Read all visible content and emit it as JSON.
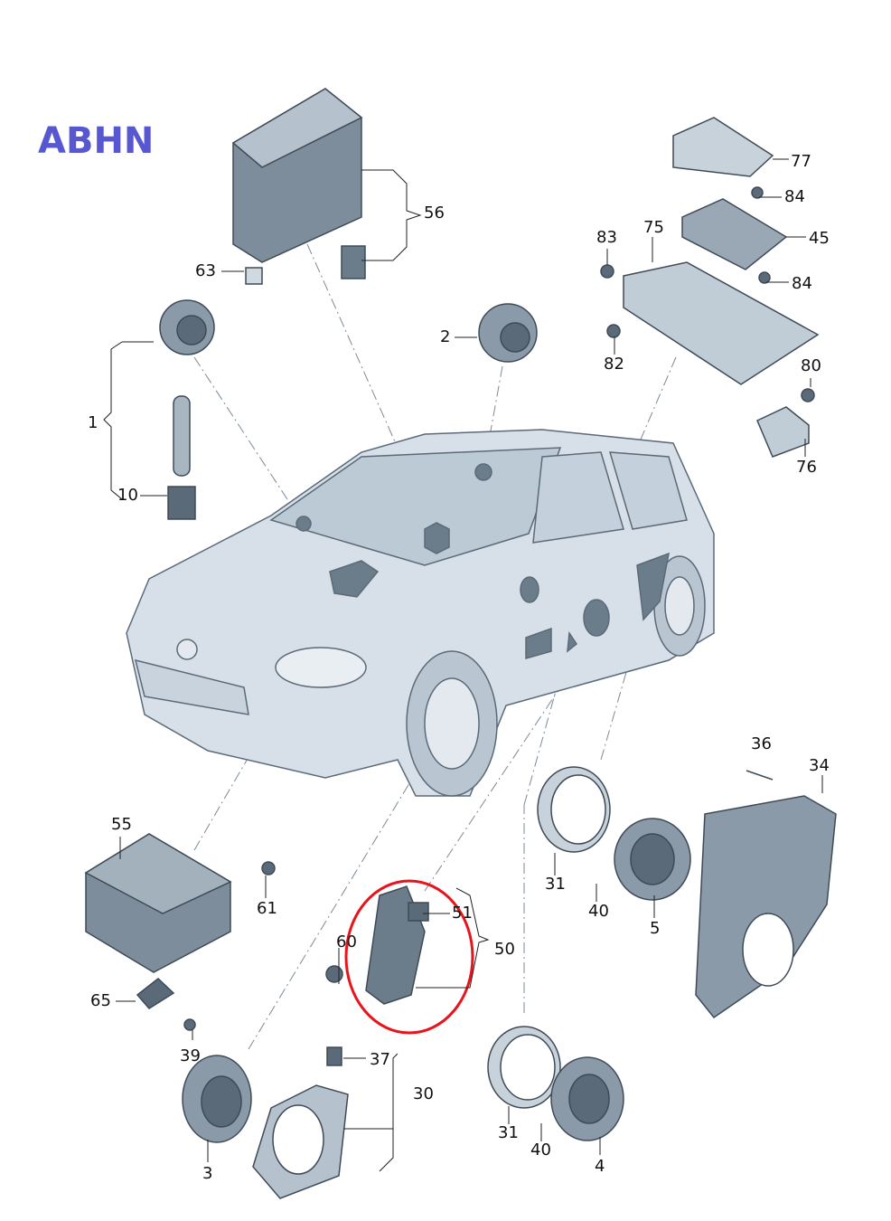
{
  "diagram_code": "ABHN",
  "highlight_color": "#e8141c",
  "code_color": "#5757d1",
  "labels": {
    "l77": "77",
    "l84a": "84",
    "l45": "45",
    "l83": "83",
    "l75": "75",
    "l84b": "84",
    "l82": "82",
    "l80": "80",
    "l76": "76",
    "l56": "56",
    "l63": "63",
    "l2": "2",
    "l1": "1",
    "l10": "10",
    "l36": "36",
    "l34": "34",
    "l55": "55",
    "l61": "61",
    "l31a": "31",
    "l40a": "40",
    "l5": "5",
    "l51": "51",
    "l60": "60",
    "l50": "50",
    "l65": "65",
    "l39": "39",
    "l37": "37",
    "l30": "30",
    "l31b": "31",
    "l40b": "40",
    "l3": "3",
    "l4": "4"
  }
}
